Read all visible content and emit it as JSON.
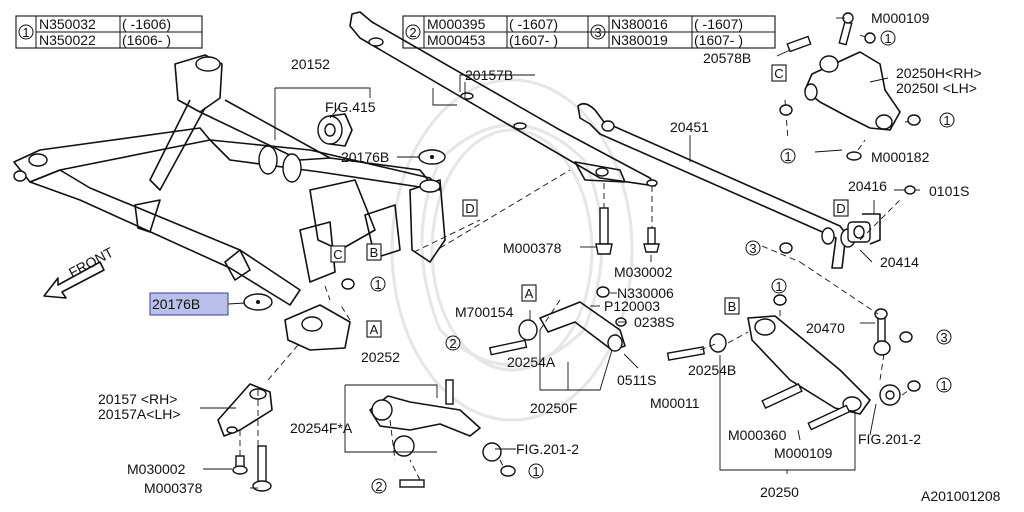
{
  "legend": {
    "group1": {
      "num": "1",
      "rows": [
        [
          "N350032",
          "( -1606)"
        ],
        [
          "N350022",
          "(1606- )"
        ]
      ]
    },
    "group2": {
      "num": "2",
      "rows": [
        [
          "M000395",
          "( -1607)"
        ],
        [
          "M000453",
          "(1607- )"
        ]
      ]
    },
    "group3": {
      "num": "3",
      "rows": [
        [
          "N380016",
          "( -1607)"
        ],
        [
          "N380019",
          "(1607- )"
        ]
      ]
    }
  },
  "labels": {
    "p20152": "20152",
    "fig415": "FIG.415",
    "p20176b_top": "20176B",
    "p20176b_left": "20176B",
    "p20157b": "20157B",
    "p20451": "20451",
    "m000109_top": "M000109",
    "p20578b": "20578B",
    "p20250h": "20250H<RH>",
    "p20250i": "20250I <LH>",
    "m000182": "M000182",
    "p20416": "20416",
    "p0101s": "0101S",
    "p20414": "20414",
    "m000378_mid": "M000378",
    "m030002_mid": "M030002",
    "n330006": "N330006",
    "p120003": "P120003",
    "m700154": "M700154",
    "p0238s": "0238S",
    "p20254a": "20254A",
    "p0511s": "0511S",
    "p20250f": "20250F",
    "p20252": "20252",
    "p20254f": "20254F*A",
    "fig2012_left": "FIG.201-2",
    "p20157": "20157 <RH>",
    "p20157a": "20157A<LH>",
    "m030002_bot": "M030002",
    "m000378_bot": "M000378",
    "m00011": "M00011",
    "p20254b": "20254B",
    "p20470": "20470",
    "m000360": "M000360",
    "m000109_bot": "M000109",
    "fig2012_right": "FIG.201-2",
    "p20250": "20250",
    "front": "FRONT",
    "diagram_id": "A201001208"
  },
  "refs": {
    "A": "A",
    "B": "B",
    "C": "C",
    "D": "D",
    "one": "1",
    "two": "2",
    "three": "3"
  },
  "highlight": {
    "part": "20176B",
    "color": "#b9bfe8"
  }
}
